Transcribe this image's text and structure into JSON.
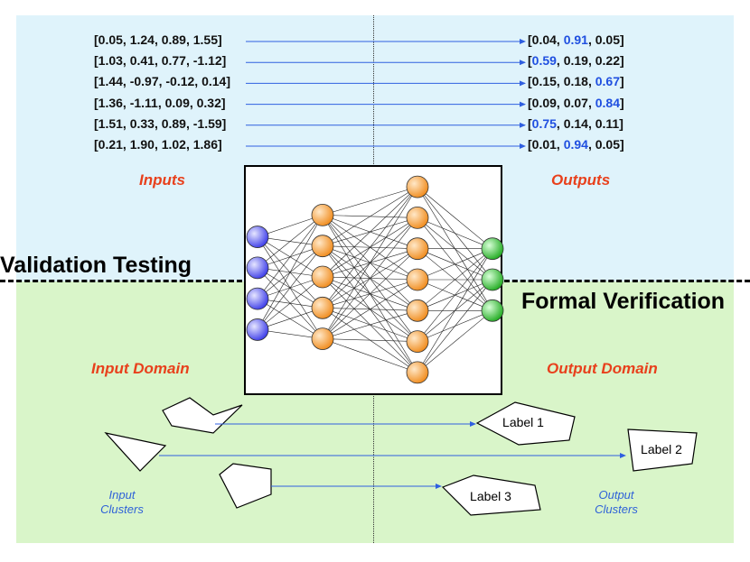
{
  "validation": {
    "title": "Validation Testing",
    "inputs_label": "Inputs",
    "outputs_label": "Outputs",
    "rows": [
      {
        "input": "[0.05, 1.24, 0.89, 1.55]",
        "output": [
          0.04,
          0.91,
          0.05
        ],
        "max_index": 1
      },
      {
        "input": "[1.03, 0.41, 0.77, -1.12]",
        "output": [
          0.59,
          0.19,
          0.22
        ],
        "max_index": 0
      },
      {
        "input": "[1.44, -0.97, -0.12, 0.14]",
        "output": [
          0.15,
          0.18,
          0.67
        ],
        "max_index": 2
      },
      {
        "input": "[1.36, -1.11, 0.09, 0.32]",
        "output": [
          0.09,
          0.07,
          0.84
        ],
        "max_index": 2
      },
      {
        "input": "[1.51, 0.33, 0.89, -1.59]",
        "output": [
          0.75,
          0.14,
          0.11
        ],
        "max_index": 0
      },
      {
        "input": "[0.21, 1.90, 1.02, 1.86]",
        "output": [
          0.01,
          0.94,
          0.05
        ],
        "max_index": 1
      }
    ]
  },
  "verification": {
    "title": "Formal Verification",
    "input_domain_label": "Input Domain",
    "output_domain_label": "Output Domain",
    "input_clusters_label": [
      "Input",
      "Clusters"
    ],
    "output_clusters_label": [
      "Output",
      "Clusters"
    ],
    "output_clusters": [
      "Label 1",
      "Label 2",
      "Label 3"
    ]
  },
  "network": {
    "layers": [
      4,
      5,
      7,
      3
    ],
    "layer_colors": [
      "#4a4af0",
      "#f59a2a",
      "#f59a2a",
      "#2fbf2f"
    ]
  },
  "colors": {
    "arrow": "#2f5fe0",
    "highlight": "#1f4fe0",
    "label_red": "#e8401c",
    "top_bg": "#dff3fb",
    "bottom_bg": "#d9f5c9"
  }
}
